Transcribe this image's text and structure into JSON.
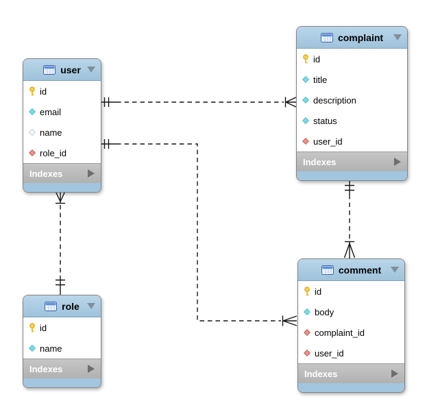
{
  "diagram": {
    "kind": "EER database diagram",
    "indexes_label": "Indexes"
  },
  "colors": {
    "header_blue": "#aacbe2",
    "footer_blue": "#a2c6df",
    "indexes_gray": "#b9b9b9",
    "indexes_text": "#ffffff",
    "table_border": "#838383",
    "relationship_line": "#141414",
    "key_yellow": "#ffd23e",
    "diamond_cyan": "#7cdbe8",
    "diamond_red": "#ec9289",
    "diamond_hollow": "#ffffff"
  },
  "tables": [
    {
      "name": "user",
      "indexes_label": "Indexes",
      "fields": [
        {
          "name": "id",
          "icon": "key-icon"
        },
        {
          "name": "email",
          "icon": "diamond-cyan-icon"
        },
        {
          "name": "name",
          "icon": "diamond-hollow-icon"
        },
        {
          "name": "role_id",
          "icon": "diamond-red-icon"
        }
      ]
    },
    {
      "name": "complaint",
      "indexes_label": "Indexes",
      "fields": [
        {
          "name": "id",
          "icon": "key-icon"
        },
        {
          "name": "title",
          "icon": "diamond-cyan-icon"
        },
        {
          "name": "description",
          "icon": "diamond-cyan-icon"
        },
        {
          "name": "status",
          "icon": "diamond-cyan-icon"
        },
        {
          "name": "user_id",
          "icon": "diamond-red-icon"
        }
      ]
    },
    {
      "name": "role",
      "indexes_label": "Indexes",
      "fields": [
        {
          "name": "id",
          "icon": "key-icon"
        },
        {
          "name": "name",
          "icon": "diamond-cyan-icon"
        }
      ]
    },
    {
      "name": "comment",
      "indexes_label": "Indexes",
      "fields": [
        {
          "name": "id",
          "icon": "key-icon"
        },
        {
          "name": "body",
          "icon": "diamond-cyan-icon"
        },
        {
          "name": "complaint_id",
          "icon": "diamond-red-icon"
        },
        {
          "name": "user_id",
          "icon": "diamond-red-icon"
        }
      ]
    }
  ],
  "relationships": [
    {
      "from": "user",
      "to": "complaint",
      "from_cardinality": "one",
      "to_cardinality": "many",
      "line_style": "dashed"
    },
    {
      "from": "user",
      "to": "comment",
      "from_cardinality": "one",
      "to_cardinality": "many",
      "line_style": "dashed"
    },
    {
      "from": "role",
      "to": "user",
      "from_cardinality": "one",
      "to_cardinality": "many",
      "line_style": "dashed"
    },
    {
      "from": "complaint",
      "to": "comment",
      "from_cardinality": "one",
      "to_cardinality": "many",
      "line_style": "dashed"
    }
  ]
}
